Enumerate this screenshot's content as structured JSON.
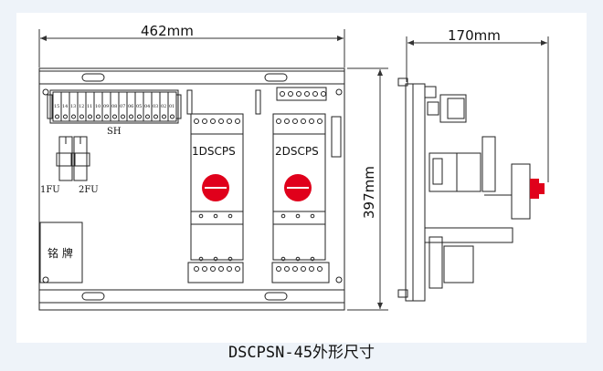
{
  "dimensions": {
    "front_width": "462mm",
    "front_height": "397mm",
    "side_depth": "170mm"
  },
  "labels": {
    "terminal_strip": "SH",
    "fuse1": "1FU",
    "fuse2": "2FU",
    "nameplate": "铭 牌",
    "unit1": "1DSCPS",
    "unit2": "2DSCPS"
  },
  "terminal_numbers": [
    "15",
    "14",
    "13",
    "12",
    "11",
    "10",
    "09",
    "08",
    "07",
    "06",
    "05",
    "04",
    "03",
    "02",
    "01"
  ],
  "colors": {
    "line": "#222222",
    "accent": "#e0001b",
    "dimension_line": "#333333"
  },
  "caption": "DSCPSN-45外形尺寸"
}
